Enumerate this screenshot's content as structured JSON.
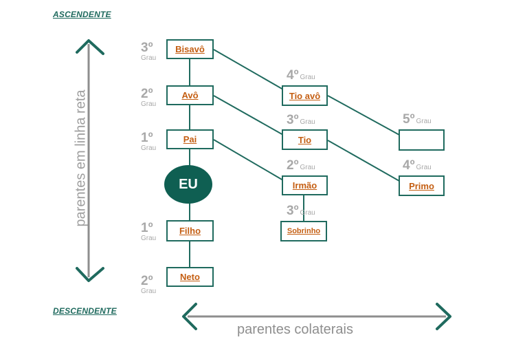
{
  "headings": {
    "ascendente": "ASCENDENTE",
    "descendente": "DESCENDENTE"
  },
  "axes": {
    "vertical": "parentes em linha reta",
    "horizontal": "parentes colaterais"
  },
  "center": "EU",
  "nodes": {
    "bisavo": {
      "label": "Bisavô",
      "degree": "3º",
      "unit": "Grau"
    },
    "avo": {
      "label": "Avô",
      "degree": "2º",
      "unit": "Grau"
    },
    "pai": {
      "label": "Pai",
      "degree": "1º",
      "unit": "Grau"
    },
    "filho": {
      "label": "Filho",
      "degree": "1º",
      "unit": "Grau"
    },
    "neto": {
      "label": "Neto",
      "degree": "2º",
      "unit": "Grau"
    },
    "tio_avo": {
      "label": "Tio avô",
      "degree": "4º",
      "unit": "Grau"
    },
    "tio": {
      "label": "Tio",
      "degree": "3º",
      "unit": "Grau"
    },
    "irmao": {
      "label": "Irmão",
      "degree": "2º",
      "unit": "Grau"
    },
    "sobrinho": {
      "label": "Sobrinho",
      "degree": "3º",
      "unit": "Grau"
    },
    "quinto": {
      "label": "",
      "degree": "5º",
      "unit": "Grau"
    },
    "primo": {
      "label": "Primo",
      "degree": "4º",
      "unit": "Grau"
    }
  },
  "colors": {
    "line": "#1f6a5e",
    "eu": "#0f5f52",
    "label": "#c45e12",
    "grey": "#a8a8a8"
  }
}
